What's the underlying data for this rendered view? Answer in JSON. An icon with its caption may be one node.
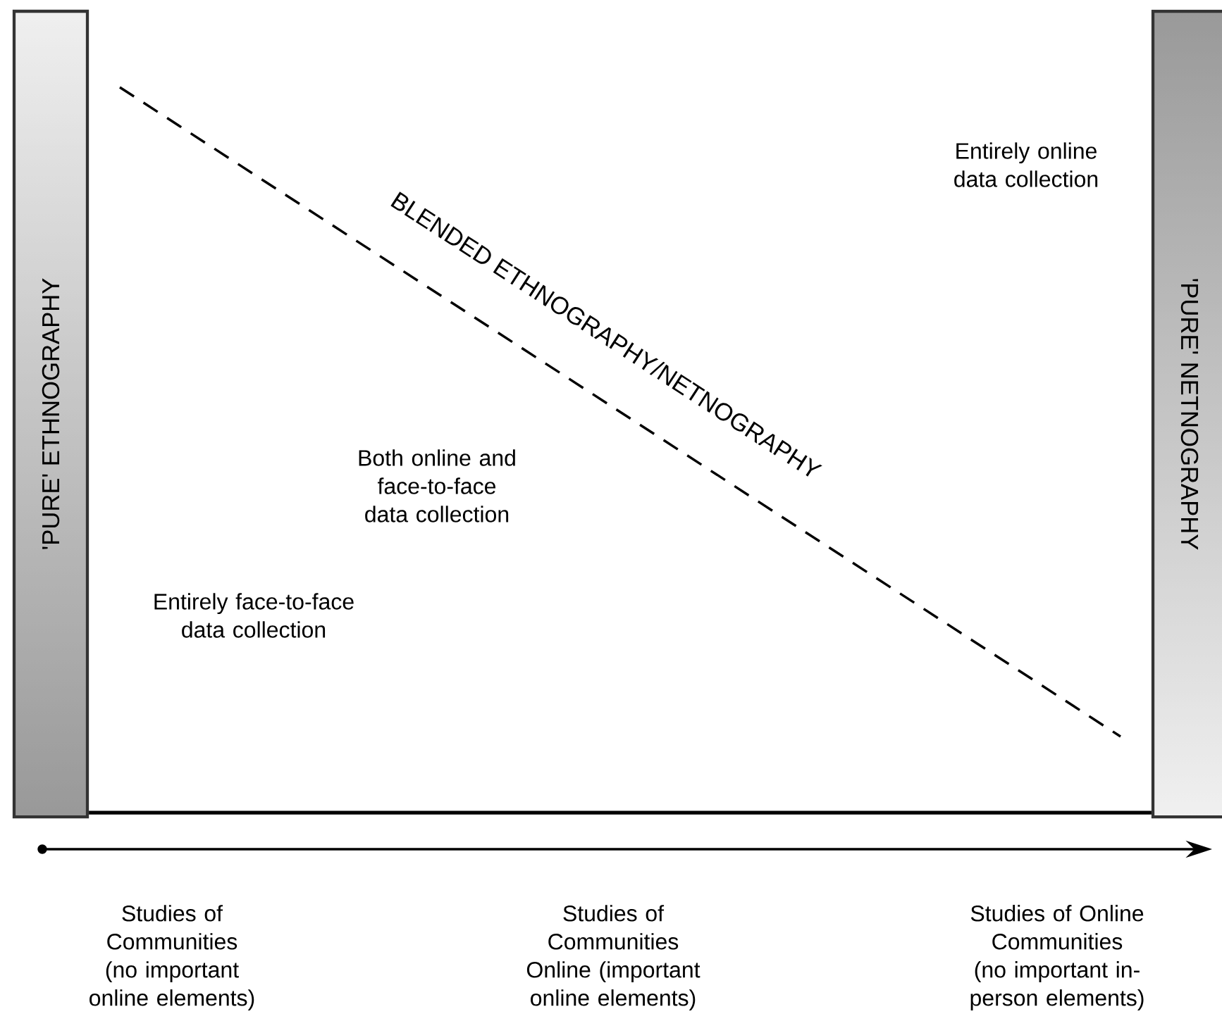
{
  "diagram": {
    "nodes": [
      {
        "text": [
          "'PURE' ETHNOGRAPHY"
        ]
      },
      {
        "text": [
          "'PURE' NETNOGRAPHY"
        ]
      }
    ],
    "edges": [
      {
        "from": 0,
        "to": 1,
        "arrow": "none"
      }
    ],
    "labels": [
      "BLENDED ETHNOGRAPHY/NETNOGRAPHY",
      "Entirely online data collection",
      "Both online and face-to-face data collection",
      "Entirely face-to-face data collection",
      "Studies of Communities (no important online elements)",
      "Studies of Communities Online (important online elements)",
      "Studies of Online Communities (no important in-person elements)"
    ]
  }
}
